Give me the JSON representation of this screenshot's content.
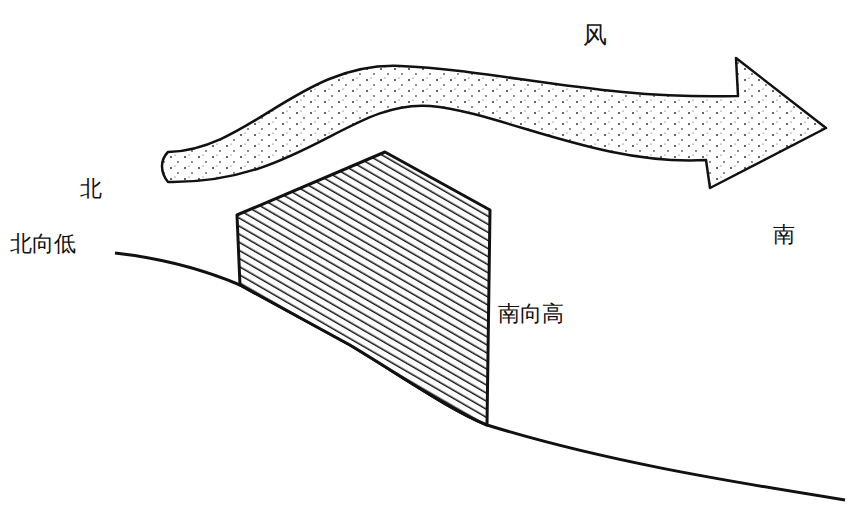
{
  "diagram": {
    "labels": [
      "风",
      "北",
      "北向低",
      "南",
      "南向高"
    ]
  }
}
